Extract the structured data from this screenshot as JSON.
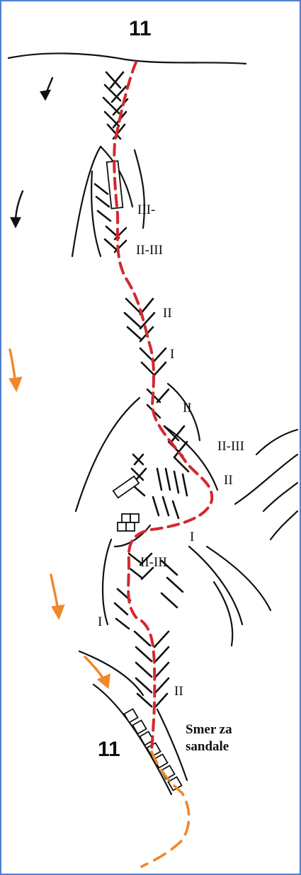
{
  "route_number_top": "11",
  "route_number_bottom": "11",
  "grades": [
    "III-",
    "II-III",
    "II",
    "I",
    "II",
    "II-III",
    "II",
    "I",
    "II-III",
    "I",
    "II"
  ],
  "descent_note_line1": "Smer za",
  "descent_note_line2": "sandale",
  "colors": {
    "route": "#d4282f",
    "descent": "#f0872a",
    "ink": "#111111",
    "frame": "#4f7fd0",
    "background": "#ffffff"
  },
  "icons": [
    "fall-line-arrow-icon",
    "descent-arrow-icon",
    "rock-block-icon"
  ]
}
